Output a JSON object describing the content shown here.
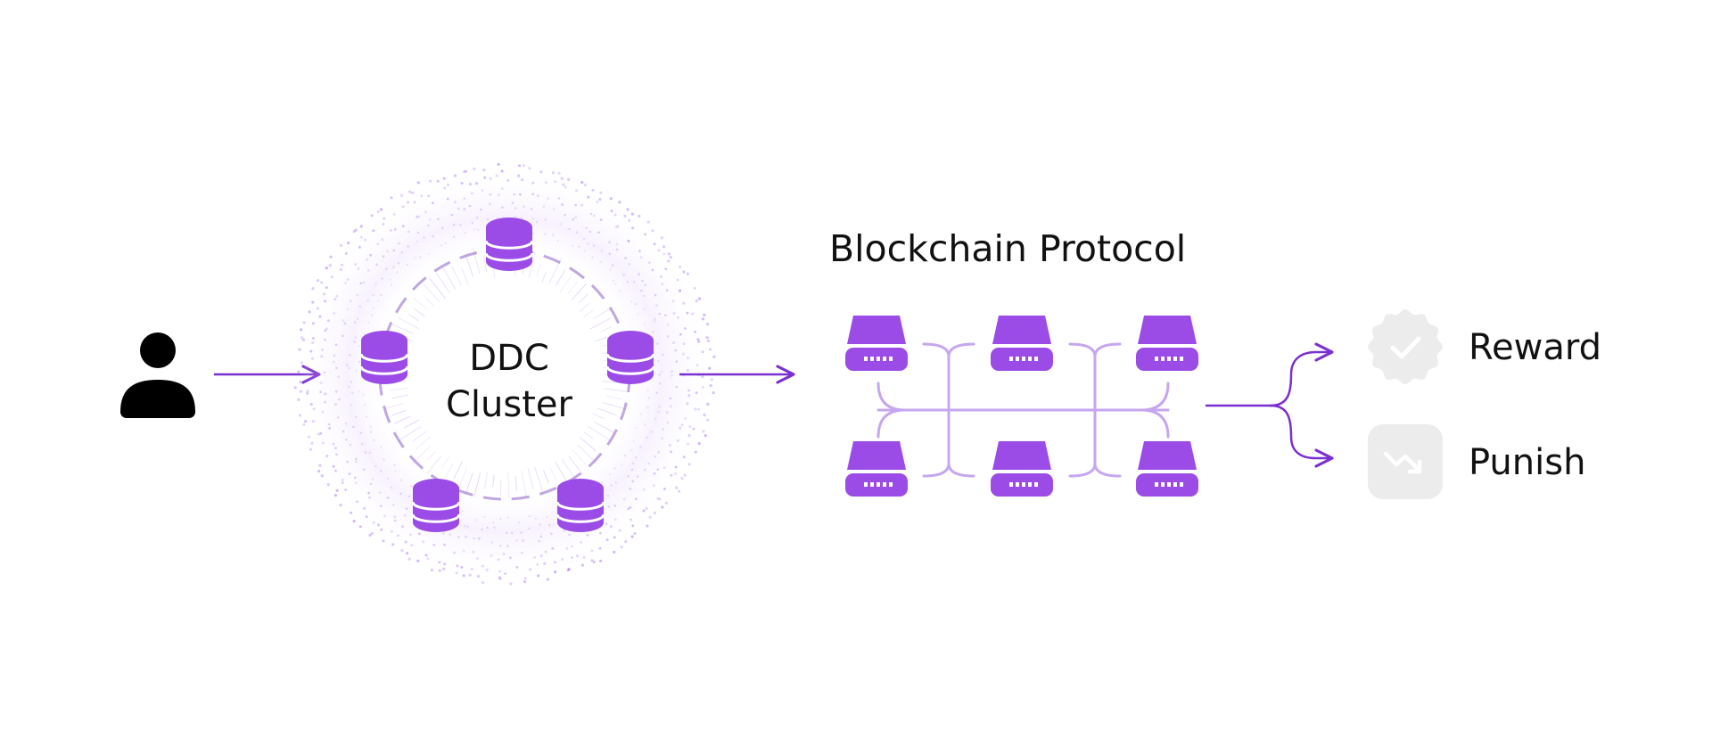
{
  "cluster": {
    "title_line1": "DDC",
    "title_line2": "Cluster"
  },
  "protocol": {
    "title": "Blockchain Protocol"
  },
  "outcomes": {
    "reward_label": "Reward",
    "punish_label": "Punish"
  },
  "icons": {
    "user": "user-icon",
    "database": "database-icon",
    "server": "server-node-icon",
    "reward": "badge-check-icon",
    "punish": "trend-down-icon"
  },
  "colors": {
    "accent": "#9b4be6",
    "arrow": "#7a2fd0",
    "connector": "#c6a7ef",
    "user": "#000000",
    "badge_bg": "#ececec",
    "badge_glyph": "#ffffff"
  }
}
